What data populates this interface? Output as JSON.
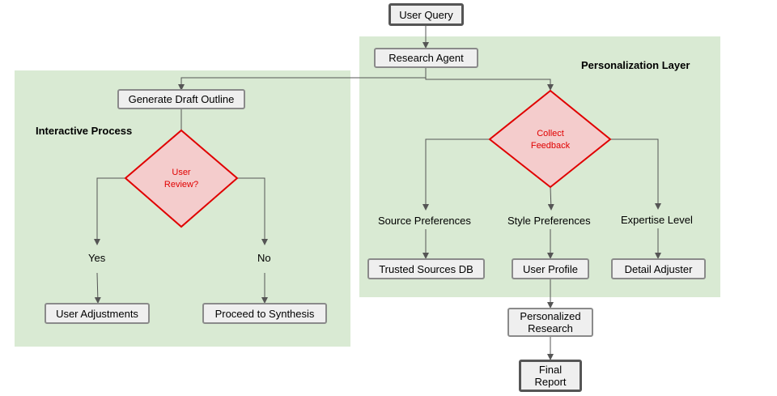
{
  "regions": {
    "interactive": {
      "title": "Interactive Process"
    },
    "personalization": {
      "title": "Personalization Layer"
    }
  },
  "nodes": {
    "user_query": "User Query",
    "research_agent": "Research Agent",
    "draft_outline": "Generate Draft Outline",
    "user_review": "User\nReview?",
    "collect_feedback": "Collect\nFeedback",
    "user_adjustments": "User Adjustments",
    "proceed_synthesis": "Proceed to Synthesis",
    "trusted_sources": "Trusted Sources DB",
    "user_profile": "User Profile",
    "detail_adjuster": "Detail Adjuster",
    "personalized_research": "Personalized\nResearch",
    "final_report": "Final\nReport"
  },
  "labels": {
    "yes": "Yes",
    "no": "No",
    "source_prefs": "Source Preferences",
    "style_prefs": "Style Preferences",
    "expertise": "Expertise Level"
  },
  "colors": {
    "region_fill": "#d9ead3",
    "node_fill": "#efefef",
    "node_border": "#8a8a8a",
    "diamond_fill": "#f4cccc",
    "diamond_border": "#e00000",
    "edge": "#555555"
  }
}
